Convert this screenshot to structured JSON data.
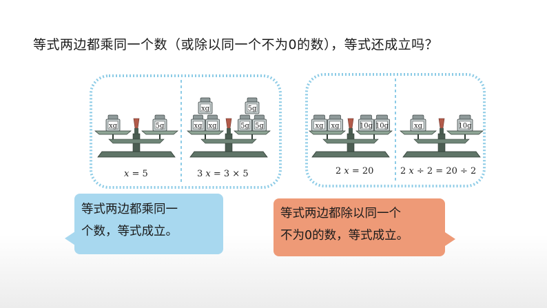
{
  "question": "等式两边都乘同一个数（或除以同一个不为0的数），等式还成立吗？",
  "panel_left": {
    "scene1": {
      "left_weights": [
        "xg"
      ],
      "right_weights": [
        "5g"
      ],
      "equation": {
        "a": "x",
        "b": " = 5"
      }
    },
    "scene2": {
      "left_weights": [
        "xg",
        "xg",
        "xg"
      ],
      "right_weights": [
        "5g",
        "5g",
        "5g"
      ],
      "equation": {
        "a": "3 ",
        "b": "x",
        "c": " = 3 × 5"
      }
    }
  },
  "panel_right": {
    "scene1": {
      "left_weights": [
        "xg",
        "xg"
      ],
      "right_weights": [
        "10g",
        "10g"
      ],
      "equation": {
        "a": "2 ",
        "b": "x",
        "c": " = 20"
      }
    },
    "scene2": {
      "left_weights": [
        "xg"
      ],
      "right_weights": [
        "10g"
      ],
      "equation": {
        "a": "2 ",
        "b": "x",
        "c": " ÷ 2  =  20 ÷ 2"
      }
    }
  },
  "bubble_multiply": {
    "line1": "等式两边都乘同一",
    "line2": "个数，等式成立。"
  },
  "bubble_divide": {
    "line1": "等式两边都除以同一个",
    "line2": "不为0的数，等式成立。"
  },
  "colors": {
    "bubble_multiply": "#a8d8ef",
    "bubble_divide": "#ee9a77",
    "dashed_border": "#8ccbe6",
    "scale_body": "#5f7467"
  }
}
